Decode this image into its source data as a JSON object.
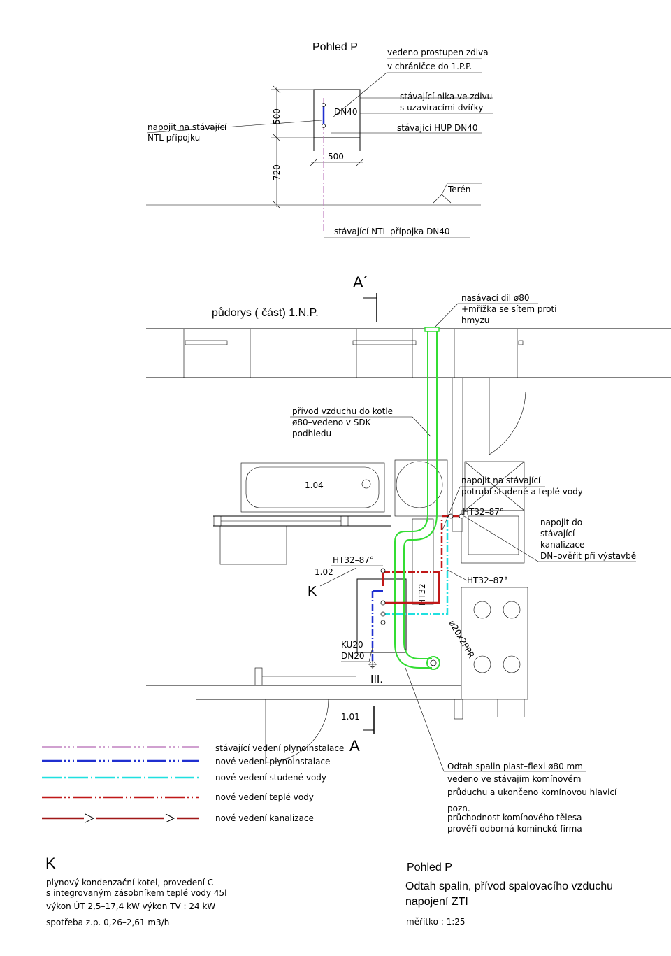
{
  "elevation": {
    "title": "Pohled P",
    "note_conduit": [
      "vedeno prostupen zdiva",
      "v chráničce do 1.P.P."
    ],
    "note_connect": [
      "napojit na stávající",
      "NTL přípojku"
    ],
    "note_niche": [
      "stávající nika ve zdivu",
      "s uzavíracími dvířky"
    ],
    "note_hup": "stávající HUP DN40",
    "pipe_label": "DN40",
    "dim_height": "500",
    "dim_width": "500",
    "dim_bottom": "720",
    "terrain": "Terén",
    "existing_line": "stávající NTL přípojka DN40"
  },
  "plan": {
    "title": "půdorys  ( část)   1.N.P.",
    "section_top": "A´",
    "section_bottom": "A",
    "note_intake": [
      "nasávací díl ø80",
      "+mřížka se sítem proti",
      "hmyzu"
    ],
    "note_air": [
      "přívod vzduchu do kotle",
      "ø80–vedeno v SDK",
      "podhledu"
    ],
    "note_water": [
      "napojit na stávající",
      "potrubí studené a teplé vody"
    ],
    "note_sewer": [
      "napojit do",
      "stávající",
      "kanalizace",
      "DN–ověřit při výstavbě"
    ],
    "room_104": "1.04",
    "room_102": "1.02",
    "room_101": "1.01",
    "boiler_mark": "K",
    "ht32_87_a": "HT32–87°",
    "ht32_87_b": "HT32–87°",
    "ht32_87_c": "HT32–87°",
    "ht32": "HT32",
    "ku20": "KU20",
    "dn20": "DN20",
    "roman_3": "III.",
    "ppr": "ø20x2PPR"
  },
  "legend": {
    "items": [
      {
        "label": "stávající vedení plynoinstalace",
        "color": "#c080c0"
      },
      {
        "label": "nové vedení plynoinstalace",
        "color": "#1f2fd0"
      },
      {
        "label": "nové vedení studené vody",
        "color": "#20e0e0"
      },
      {
        "label": "nové vedení teplé vody",
        "color": "#c01818"
      },
      {
        "label": "nové vedení kanalizace",
        "color": "#a01818"
      }
    ]
  },
  "flue_note": {
    "lines": [
      "Odtah spalin plast–flexi ø80 mm",
      "vedeno ve stávajím komínovém",
      "průduchu a ukončeno komínovou hlavicí"
    ],
    "remark": [
      "pozn.",
      "průchodnost komínového tělesa",
      "prověří odborná kominckά firma"
    ]
  },
  "boiler_info": {
    "mark": "K",
    "lines": [
      "plynový kondenzační kotel, provedení C",
      "s integrovaným zásobníkem teplé vody 45l",
      "výkon ÚT 2,5–17,4 kW     výkon TV : 24 kW",
      "spotřeba z.p. 0,26–2,61 m3/h"
    ]
  },
  "titleblock": {
    "view": "Pohled P",
    "title_1": "Odtah spalin, přívod spalovacího vzduchu",
    "title_2": "napojení ZTI",
    "scale": "měřítko  : 1:25"
  },
  "colors": {
    "gas_existing": "#c080c0",
    "gas_new": "#1f2fd0",
    "cold_water": "#20e0e0",
    "hot_water": "#c01818",
    "sewer": "#a01818",
    "flue": "#33dd33"
  }
}
